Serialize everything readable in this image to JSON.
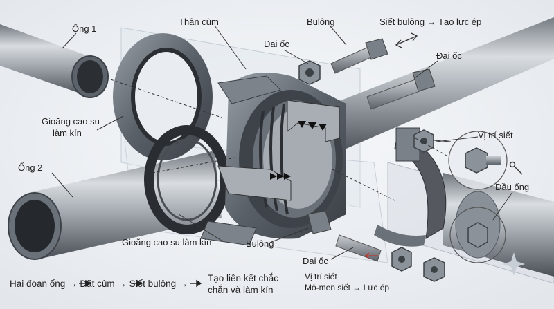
{
  "labels": {
    "ong1": "Ống 1",
    "ong2": "Ống 2",
    "than_cum": "Thân cùm",
    "bulong_top": "Bulông",
    "siet_bulong": "Siết bulông → Tạo lực ép",
    "dai_oc_top": "Đai ốc",
    "dai_oc_right": "Đai ốc",
    "gioang_left_1": "Gioăng cao su",
    "gioang_left_2": "làm kín",
    "vi_tri_siet": "Vị trí siết",
    "dau_ong": "Đầu ống",
    "gioang_bottom": "Gioăng cao su làm kín",
    "bulong_bottom": "Bulông",
    "dai_oc_bottom": "Đai ốc",
    "vi_tri_siet_bottom": "Vị trí siết",
    "momen": "Mô-men siết → Lực ép"
  },
  "flow": {
    "line1": "Hai đoạn ống → Đặt cùm → Siết bulông →",
    "line2a": "Tạo liên kết chắc",
    "line2b": "chắn và làm kín"
  },
  "icons": [
    "double-arrow-icon",
    "wrench-icon",
    "sparkle-icon"
  ]
}
